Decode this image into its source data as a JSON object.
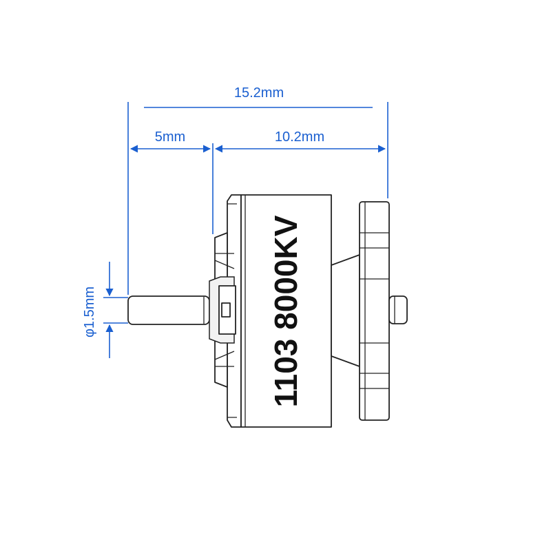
{
  "dimensions": {
    "total_length": "15.2mm",
    "shaft_length": "5mm",
    "body_length": "10.2mm",
    "shaft_diameter": "φ1.5mm"
  },
  "motor": {
    "label": "1103 8000KV"
  },
  "colors": {
    "dimension": "#1a5fd0",
    "outline": "#222222",
    "background": "#ffffff"
  }
}
